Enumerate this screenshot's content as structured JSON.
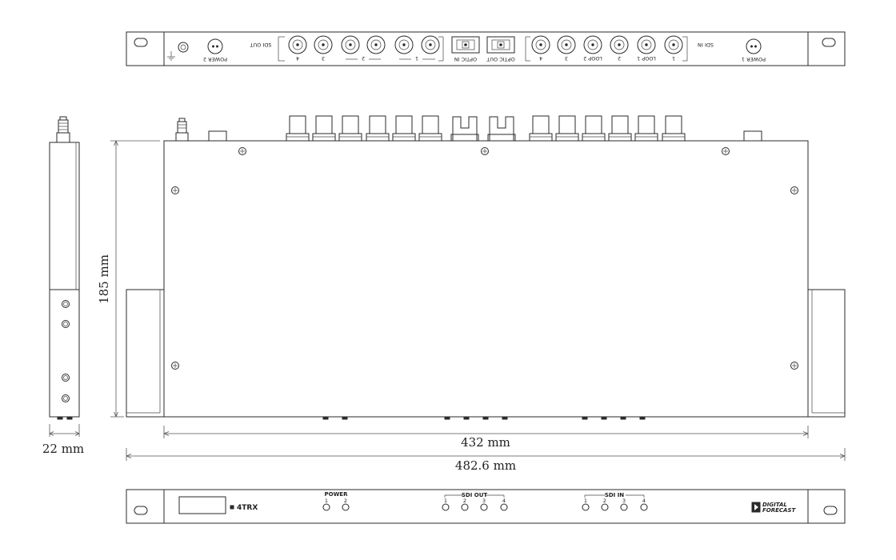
{
  "dimensions": {
    "height": "185 mm",
    "depth": "22 mm",
    "inner_width": "432 mm",
    "overall_width": "482.6 mm"
  },
  "rear_panel": {
    "power_2": "POWER 2",
    "power_1": "POWER 1",
    "sdi_out": "SDI OUT",
    "sdi_in": "SDI IN",
    "optic_in": "OPTIC IN",
    "optic_out": "OPTIC OUT",
    "loop_1": "LOOP 1",
    "loop_2": "LOOP 2",
    "num_1": "1",
    "num_2": "2",
    "num_3": "3",
    "num_4": "4"
  },
  "front_panel": {
    "model": "4TRX",
    "power": "POWER",
    "sdi_out": "SDI OUT",
    "sdi_in": "SDI IN",
    "power_ports": [
      "1",
      "2"
    ],
    "sdi_out_ports": [
      "1",
      "2",
      "3",
      "4"
    ],
    "sdi_in_ports": [
      "1",
      "2",
      "3",
      "4"
    ],
    "logo_line1": "DIGITAL",
    "logo_line2": "FORECAST"
  }
}
